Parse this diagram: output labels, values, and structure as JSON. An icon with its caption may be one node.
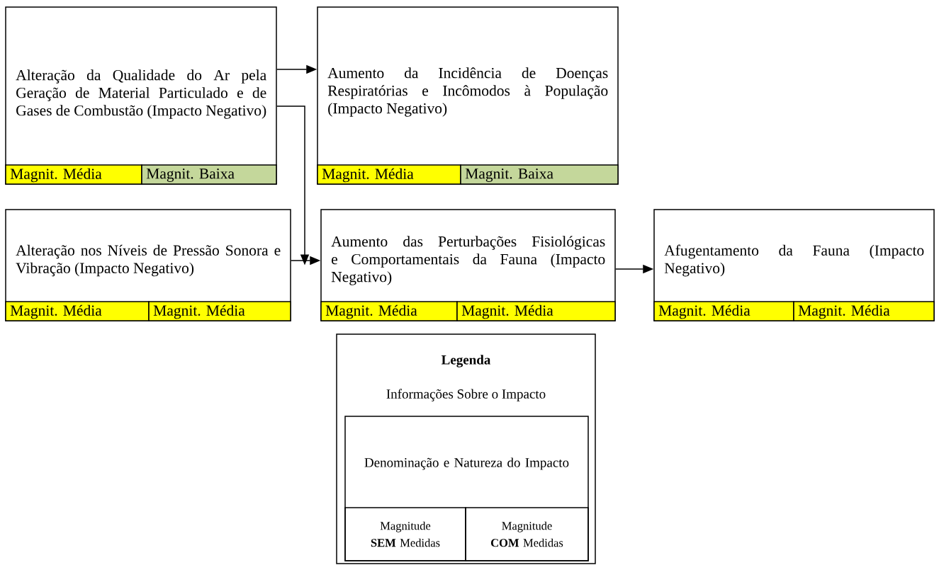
{
  "diagram": {
    "nodes": [
      {
        "text": [
          "Alteração da Qualidade do Ar pela Geração de Material Particulado e de Gases de Combustão (Impacto Negativo)"
        ]
      },
      {
        "text": [
          "Magnit. Média"
        ],
        "in": 0
      },
      {
        "text": [
          "Magnit. Baixa"
        ],
        "in": 0
      },
      {
        "text": [
          "Aumento da Incidência de Doenças Respiratórias e Incômodos à População (Impacto Negativo)"
        ]
      },
      {
        "text": [
          "Magnit. Média"
        ],
        "in": 3
      },
      {
        "text": [
          "Magnit. Baixa"
        ],
        "in": 3
      },
      {
        "text": [
          "Alteração nos Níveis de Pressão Sonora e Vibração (Impacto Negativo)"
        ]
      },
      {
        "text": [
          "Magnit. Média"
        ],
        "in": 6
      },
      {
        "text": [
          "Magnit. Média"
        ],
        "in": 6
      },
      {
        "text": [
          "Aumento das Perturbações Fisiológicas e Comportamentais da Fauna (Impacto Negativo)"
        ]
      },
      {
        "text": [
          "Magnit. Média"
        ],
        "in": 9
      },
      {
        "text": [
          "Magnit. Média"
        ],
        "in": 9
      },
      {
        "text": [
          "Afugentamento da Fauna (Impacto Negativo)"
        ]
      },
      {
        "text": [
          "Magnit. Média"
        ],
        "in": 12
      },
      {
        "text": [
          "Magnit. Média"
        ],
        "in": 12
      },
      {
        "text": [
          "Legenda",
          "Informações Sobre o Impacto"
        ]
      },
      {
        "text": [
          "Denominação e Natureza do Impacto"
        ],
        "in": 15
      },
      {
        "text": [
          "Magnitude **SEM** Medidas"
        ],
        "in": 16
      },
      {
        "text": [
          "Magnitude **COM** Medidas"
        ],
        "in": 16
      }
    ],
    "edges": [
      {
        "from": 0,
        "to": 3,
        "arrow": "to"
      },
      {
        "from": 0,
        "to": 9,
        "arrow": "to"
      },
      {
        "from": 6,
        "to": 9,
        "arrow": "to"
      },
      {
        "from": 9,
        "to": 12,
        "arrow": "to"
      }
    ]
  }
}
